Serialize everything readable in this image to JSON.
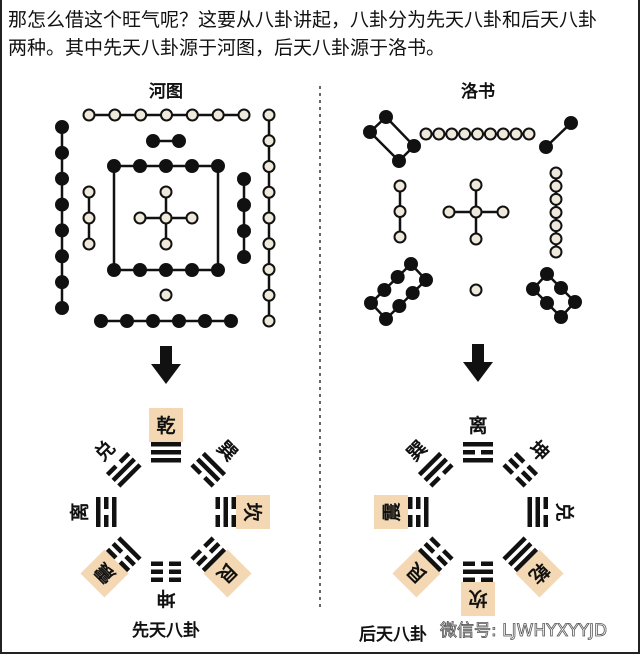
{
  "intro": {
    "line1": "那怎么借这个旺气呢？这要从八卦讲起，八卦分为先天八卦和后天八卦",
    "line2": "两种。其中先天八卦源于河图，后天八卦源于洛书。"
  },
  "hetu": {
    "title": "河图"
  },
  "luoshu": {
    "title": "洛书"
  },
  "xiantian": {
    "title": "先天八卦",
    "trigrams": [
      {
        "name": "乾",
        "direction": "top",
        "highlight": true,
        "lines": "111"
      },
      {
        "name": "巽",
        "direction": "top-right",
        "highlight": false,
        "lines": "011"
      },
      {
        "name": "坎",
        "direction": "right",
        "highlight": true,
        "lines": "010"
      },
      {
        "name": "艮",
        "direction": "bottom-right",
        "highlight": true,
        "lines": "001"
      },
      {
        "name": "坤",
        "direction": "bottom",
        "highlight": false,
        "lines": "000"
      },
      {
        "name": "震",
        "direction": "bottom-left",
        "highlight": true,
        "lines": "100"
      },
      {
        "name": "离",
        "direction": "left",
        "highlight": false,
        "lines": "101"
      },
      {
        "name": "兑",
        "direction": "top-left",
        "highlight": false,
        "lines": "110"
      }
    ]
  },
  "houtian": {
    "title": "后天八卦",
    "trigrams": [
      {
        "name": "离",
        "direction": "top",
        "highlight": false,
        "lines": "101"
      },
      {
        "name": "坤",
        "direction": "top-right",
        "highlight": false,
        "lines": "000"
      },
      {
        "name": "兑",
        "direction": "right",
        "highlight": false,
        "lines": "110"
      },
      {
        "name": "乾",
        "direction": "bottom-right",
        "highlight": true,
        "lines": "111"
      },
      {
        "name": "坎",
        "direction": "bottom",
        "highlight": true,
        "lines": "010"
      },
      {
        "name": "艮",
        "direction": "bottom-left",
        "highlight": true,
        "lines": "001"
      },
      {
        "name": "震",
        "direction": "left",
        "highlight": true,
        "lines": "100"
      },
      {
        "name": "巽",
        "direction": "top-left",
        "highlight": false,
        "lines": "011"
      }
    ]
  },
  "watermark": "微信号: LJWHYXYYJD",
  "colors": {
    "highlight": "#f3d8b3",
    "white_dot": "#efe9dc",
    "ink": "#111111"
  }
}
